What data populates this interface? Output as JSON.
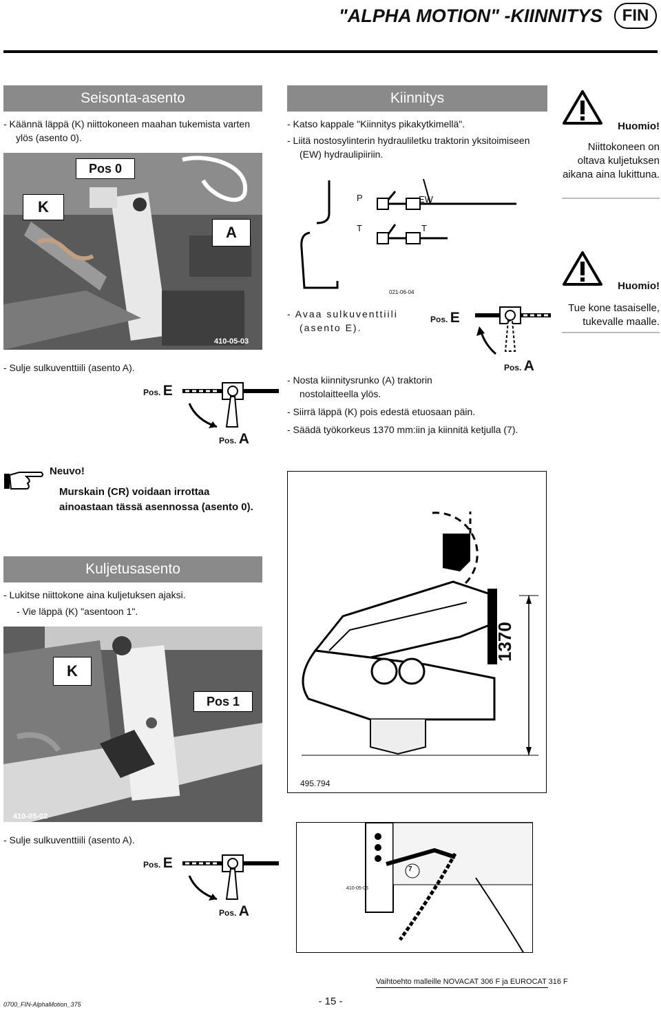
{
  "header": {
    "title": "\"ALPHA MOTION\" -KIINNITYS",
    "lang_badge": "FIN"
  },
  "sections": {
    "seisonta": {
      "title": "Seisonta-asento",
      "text": "- Käännä läppä (K) niittokoneen maahan tukemista varten ylös (asento 0).",
      "photo": {
        "label_pos": "Pos 0",
        "label_k": "K",
        "label_a": "A",
        "code": "410-05-03"
      },
      "after": "- Sulje sulkuventtiili (asento A).",
      "pos_e": "Pos.",
      "pos_e_letter": "E",
      "pos_a": "Pos.",
      "pos_a_letter": "A"
    },
    "kiinnitys": {
      "title": "Kiinnitys",
      "line1": "- Katso kappale \"Kiinnitys pikakytkimellä\".",
      "line2": "- Liitä nostosylinterin hydrauliletku traktorin yksitoimiseen (EW) hydraulipiiriin.",
      "diagram": {
        "p": "P",
        "ew": "EW",
        "t1": "T",
        "t2": "T",
        "code": "021-06-04"
      },
      "valve_text": "- Avaa sulkuventtiili (asento E).",
      "pos_e": "Pos.",
      "pos_e_letter": "E",
      "pos_a": "Pos.",
      "pos_a_letter": "A",
      "step1": "- Nosta kiinnitysrunko (A) traktorin nostolaitteella ylös.",
      "step2": "- Siirrä läppä (K) pois edestä etuosaan päin.",
      "step3": "- Säädä työkorkeus 1370 mm:iin ja kiinnitä ketjulla (7)."
    },
    "warnings": [
      {
        "title": "Huomio!",
        "text": "Niittokoneen on oltava kuljetuksen aikana aina lukittuna."
      },
      {
        "title": "Huomio!",
        "text": "Tue kone tasaiselle, tukevalle maalle."
      }
    ],
    "neuvo": {
      "title": "Neuvo!",
      "text": "Murskain (CR) voidaan irrottaa ainoastaan tässä asennossa (asento 0)."
    },
    "kuljetus": {
      "title": "Kuljetusasento",
      "line1": "- Lukitse niittokone aina kuljetuksen ajaksi.",
      "line2": "- Vie läppä (K) \"asentoon 1\".",
      "photo": {
        "label_k": "K",
        "label_pos": "Pos 1",
        "code": "410-05-02"
      },
      "after": "- Sulje sulkuventtiili (asento A).",
      "pos_e": "Pos.",
      "pos_e_letter": "E",
      "pos_a": "Pos.",
      "pos_a_letter": "A"
    },
    "drawing": {
      "dim": "1370",
      "code": "495.794"
    },
    "chain_photo": {
      "label_7": "7",
      "code": "410-05-06"
    }
  },
  "footer": {
    "variant_note": "Vaihtoehto malleille NOVACAT 306 F ja EUROCAT 316 F",
    "doc_code": "0700_FIN-AlphaMotion_375",
    "page": "- 15 -"
  }
}
